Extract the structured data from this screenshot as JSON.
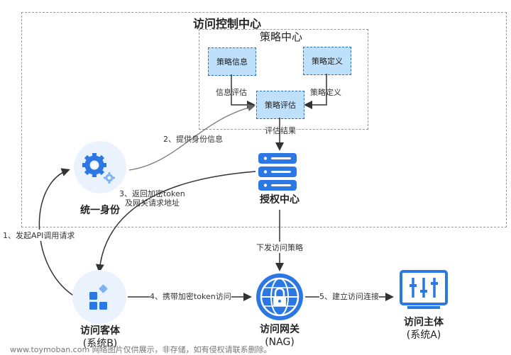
{
  "access_control_center": {
    "title": "访问控制中心"
  },
  "policy_center": {
    "title": "策略中心",
    "boxes": {
      "info": "策略信息",
      "definition": "策略定义",
      "evaluation": "策略评估"
    },
    "labels": {
      "info_eval": "信息评估",
      "policy_def": "策略定义",
      "eval_result": "评估结果"
    }
  },
  "nodes": {
    "identity": {
      "title": "统一身份"
    },
    "auth_center": {
      "title": "授权中心"
    },
    "client": {
      "title": "访问客体",
      "sub": "(系统B)"
    },
    "gateway": {
      "title": "访问网关",
      "sub": "(NAG)"
    },
    "subject": {
      "title": "访问主体",
      "sub": "(系统A)"
    }
  },
  "edges": {
    "step1": "1、发起API调用请求",
    "step2": "2、提供身份信息",
    "step3_line1": "3、返回加密token",
    "step3_line2": "及网关请求地址",
    "step4": "4、携带加密token访问",
    "step5": "5、建立访问连接",
    "issue_policy": "下发访问策略"
  },
  "footer": "www.toymoban.com 网络图片仅供展示，非存储，如有侵权请联系删除。",
  "colors": {
    "node_blue": "#2b78e4",
    "circle_bg": "#eaf3fd",
    "policy_fill": "#bfe0fb",
    "policy_border": "#2d6fb6",
    "arrow": "#333333",
    "dashed": "#9a9a9a"
  },
  "icons": {
    "identity": "gear-icon",
    "auth_center": "server-stack-icon",
    "client": "app-blocks-icon",
    "gateway": "globe-lock-icon",
    "subject": "monitor-sliders-icon"
  }
}
